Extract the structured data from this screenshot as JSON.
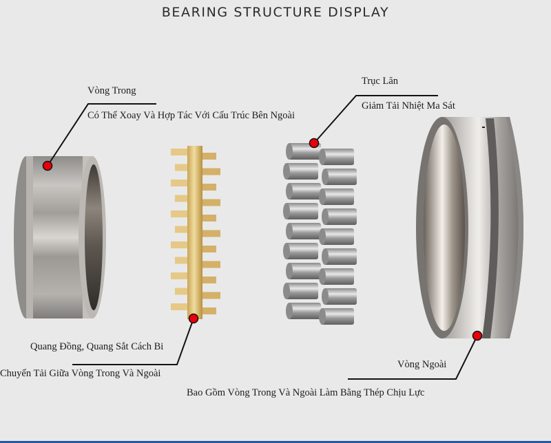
{
  "title": "BEARING STRUCTURE DISPLAY",
  "components": {
    "inner_ring": {
      "name": "Vòng Trong",
      "description": "Có Thể Xoay Và Hợp Tác Với Cấu Trúc Bên Ngoài"
    },
    "cage": {
      "name": "Quang Đồng, Quang Sắt Cách Bi",
      "description": "Chuyển Tải Giữa Vòng Trong Và Ngoài"
    },
    "rollers": {
      "name": "Trục Lăn",
      "description": "Giảm Tải Nhiệt Ma Sát"
    },
    "outer_ring": {
      "name": "Vòng Ngoài",
      "description": "Bao Gồm Vòng Trong Và Ngoài Làm Bằng Thép Chịu Lực"
    }
  },
  "colors": {
    "background": "#e9e9e9",
    "marker": "#e8000b",
    "leader_line": "#111111",
    "cage_gold": "#e2c27a",
    "steel": "#a9a6a2",
    "bottom_bar": "#1f5aa6"
  }
}
